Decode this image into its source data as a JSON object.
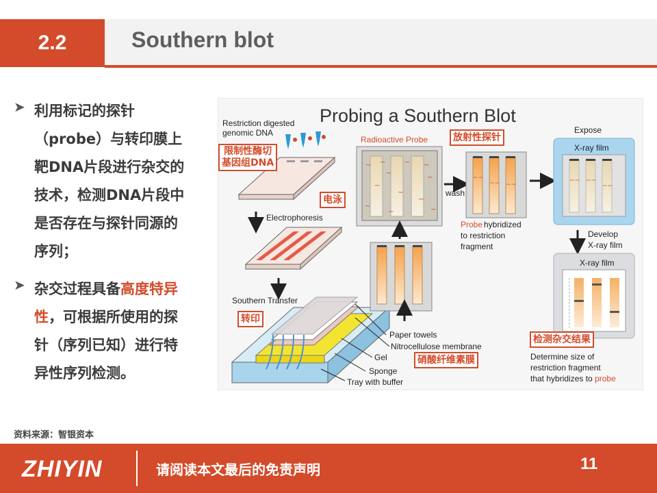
{
  "header": {
    "section_number": "2.2",
    "title": "Southern blot"
  },
  "bullets": [
    {
      "lines": [
        "利用标记的探针",
        "（probe）与转印膜上",
        "靶DNA片段进行杂交的",
        "技术，检测DNA片段中",
        "是否存在与探针同源的",
        "序列；"
      ]
    },
    {
      "line1_pre": "杂交过程具备",
      "line1_hl": "高度特异",
      "line2_hl": "性",
      "line2_post": "，可根据所使用的探",
      "line3": "针（序列已知）进行特",
      "line4": "异性序列检测。"
    }
  ],
  "figure": {
    "title": "Probing a Southern Blot",
    "labels": {
      "restriction": [
        "Restriction digested",
        "genomic DNA"
      ],
      "electrophoresis": "Electrophoresis",
      "southern_transfer": "Southern Transfer",
      "radioactive_probe": "Radioactive Probe",
      "wash": "wash",
      "probe_word": "Probe",
      "hybridized": [
        " hybridized",
        "to restriction",
        "fragment"
      ],
      "expose": "Expose",
      "xray_film_1": "X-ray film",
      "develop": [
        "Develop",
        "X-ray film"
      ],
      "xray_film_2": "X-ray film",
      "paper_towels": "Paper towels",
      "nitrocellulose": "Nitrocellulose membrane",
      "gel": "Gel",
      "sponge": "Sponge",
      "tray": "Tray with buffer",
      "determine": [
        "Determine size of",
        "restriction fragment",
        "that hybridizes to "
      ],
      "determine_probe": "probe"
    },
    "cn_labels": {
      "digest": [
        "限制性酶切",
        "基因组DNA"
      ],
      "electrophoresis": "电泳",
      "transfer": "转印",
      "radioactive": "放射性探针",
      "nitrocellulose": "硝酸纤维素膜",
      "detect": "检测杂交结果"
    }
  },
  "footer": {
    "source": "资料来源：智银资本",
    "logo": "ZHIYIN",
    "disclaimer": "请阅读本文最后的免责声明",
    "page_number": "11"
  },
  "colors": {
    "accent": "#d34b2a",
    "text": "#3b3b3b",
    "title_gray": "#5e5e5e"
  }
}
